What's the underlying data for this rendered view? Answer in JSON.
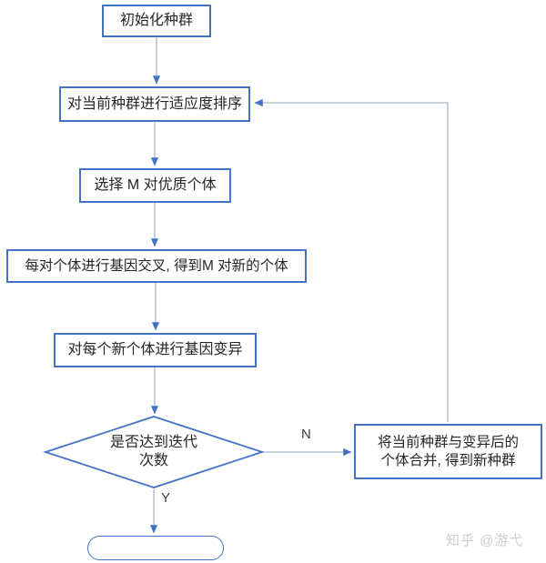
{
  "flowchart": {
    "nodes": {
      "init": {
        "label": "初始化种群"
      },
      "sort": {
        "label": "对当前种群进行适应度排序"
      },
      "select": {
        "label": "选择 M 对优质个体"
      },
      "crossover": {
        "label": "每对个体进行基因交叉, 得到M 对新的个体"
      },
      "mutate": {
        "label": "对每个新个体进行基因变异"
      },
      "decision": {
        "line1": "是否达到迭代",
        "line2": "次数"
      },
      "merge": {
        "line1": "将当前种群与变异后的",
        "line2": "个体合并, 得到新种群"
      },
      "end": {
        "label": ""
      }
    },
    "edge_labels": {
      "no": "N",
      "yes": "Y"
    },
    "colors": {
      "node_border": "#4472c4",
      "arrow_head": "#4472c4",
      "connector_line": "#aeb8c6",
      "text": "#262626"
    }
  },
  "watermark": {
    "text": "知乎 @游弋"
  }
}
